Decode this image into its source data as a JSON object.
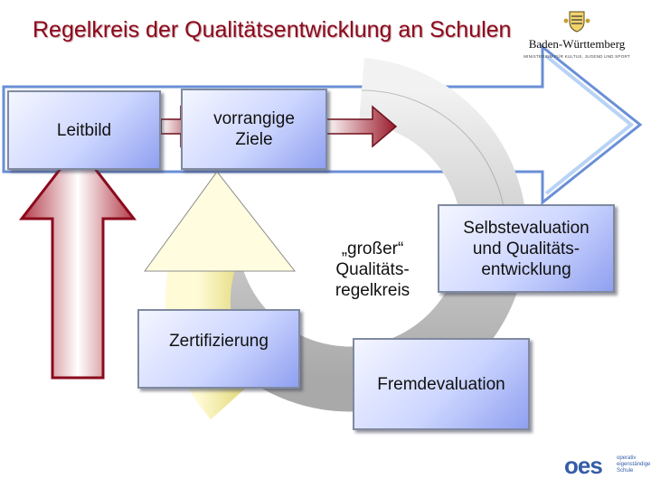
{
  "title": "Regelkreis der Qualitätsentwicklung an Schulen",
  "logo": {
    "name": "Baden-Württemberg",
    "subtitle": "MINISTERIUM FÜR KULTUS, JUGEND UND SPORT"
  },
  "nodes": {
    "leitbild": "Leitbild",
    "ziele": "vorrangige\nZiele",
    "selbstevaluation": "Selbstevaluation\nund Qualitäts-\nentwicklung",
    "zertifizierung": "Zertifizierung",
    "fremdevaluation": "Fremdevaluation",
    "center": "„großer“\nQualitäts-\nregelkreis"
  },
  "oes": {
    "word": "oes",
    "subtext": "operativ\neigenständige\nSchule"
  },
  "colors": {
    "title": "#8b0a1c",
    "loop_arrow": "#c4c4c4",
    "big_arrow": "#8b0a1c",
    "box_border": "#7f8aa0",
    "oes": "#355da8"
  }
}
